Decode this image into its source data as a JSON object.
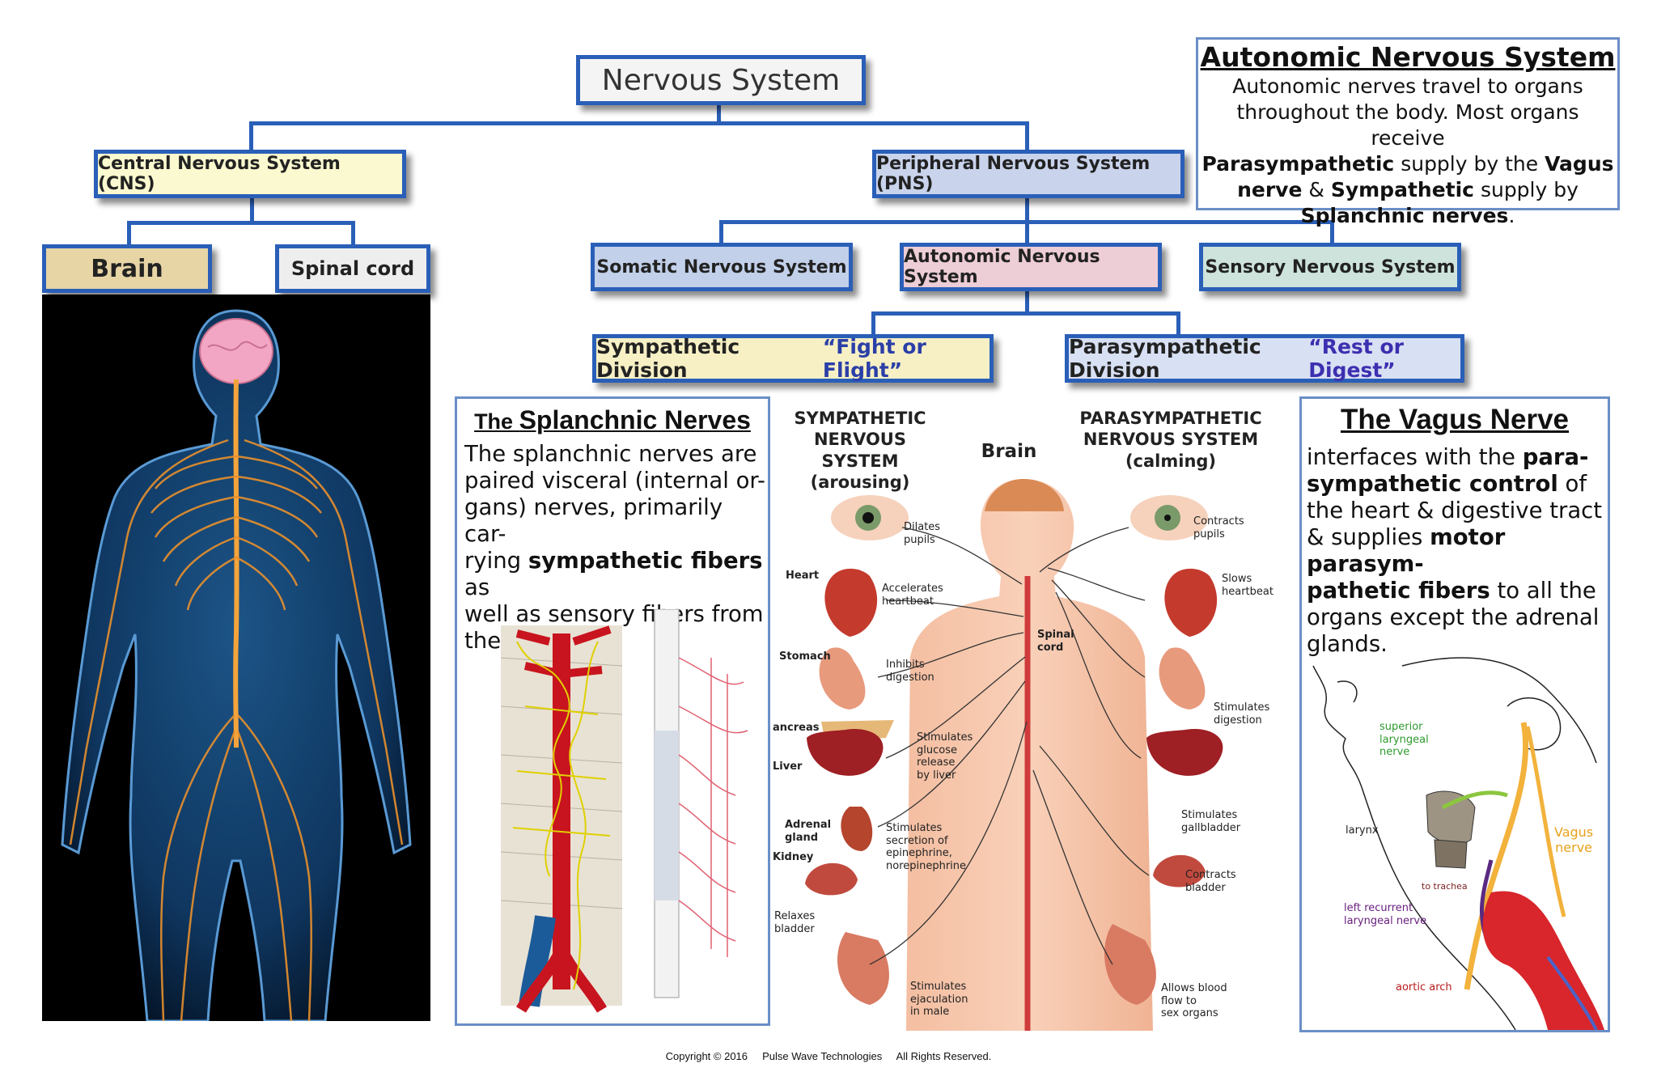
{
  "tree": {
    "root": "Nervous System",
    "cns": "Central Nervous System (CNS)",
    "pns": "Peripheral Nervous System (PNS)",
    "brain": "Brain",
    "spinal_cord": "Spinal cord",
    "somatic": "Somatic Nervous System",
    "autonomic": "Autonomic Nervous System",
    "sensory": "Sensory Nervous System",
    "sympathetic_label": "Sympathetic Division",
    "sympathetic_tag": "“Fight or Flight”",
    "parasympathetic_label": "Parasympathetic Division",
    "parasympathetic_tag": "“Rest or Digest”"
  },
  "ans_box": {
    "title": "Autonomic Nervous System",
    "line1": "Autonomic nerves travel to organs",
    "line2": "throughout the body. Most organs receive",
    "b1": "Parasympathetic",
    "t1": " supply by the ",
    "b2": "Vagus",
    "b3": "nerve",
    "t2": " & ",
    "b4": "Sympathetic",
    "t3": " supply by",
    "b5": "Splanchnic nerves",
    "t4": "."
  },
  "splanchnic": {
    "title_the": "The ",
    "title_main": "Splanchnic Nerves",
    "l1": "The splanchnic nerves are",
    "l2": "paired visceral (internal or-",
    "l3": "gans) nerves, primarily car-",
    "l4a": "rying ",
    "l4b": "sympathetic fibers",
    "l4c": " as",
    "l5": "well as sensory fibers from",
    "l6": "the organs."
  },
  "vagus": {
    "title": "The Vagus Nerve",
    "l1a": "interfaces with the ",
    "l1b": "para-",
    "l2a": "sympathetic control",
    "l2b": " of",
    "l3": "the heart & digestive tract",
    "l4a": "& supplies ",
    "l4b": "motor parasym-",
    "l5a": "pathetic fibers",
    "l5b": " to all the",
    "l6": "organs except the adrenal",
    "l7": "glands.",
    "labels": {
      "superior": "superior\nlaryngeal\nnerve",
      "larynx": "larynx",
      "vagus": "Vagus\nnerve",
      "trachea": "to trachea",
      "recurrent": "left recurrent\nlaryngeal nerve",
      "aortic": "aortic arch"
    }
  },
  "ans_diagram": {
    "symp_header": "SYMPATHETIC\nNERVOUS SYSTEM\n(arousing)",
    "para_header": "PARASYMPATHETIC\nNERVOUS SYSTEM\n(calming)",
    "brain": "Brain",
    "spinal": "Spinal\ncord",
    "organs_left": [
      "Heart",
      "Stomach",
      "ancreas",
      "Liver",
      "Adrenal\ngland",
      "Kidney",
      "Relaxes\nbladder"
    ],
    "symp_effects": [
      "Dilates\npupils",
      "Accelerates\nheartbeat",
      "Inhibits\ndigestion",
      "Stimulates\nglucose\nrelease\nby liver",
      "Stimulates\nsecretion of\nepinephrine,\nnorepinephrine",
      "Stimulates\nejaculation\nin male"
    ],
    "para_effects": [
      "Contracts\npupils",
      "Slows\nheartbeat",
      "Stimulates\ndigestion",
      "Stimulates\ngallbladder",
      "Contracts\nbladder",
      "Allows blood\nflow to\nsex organs"
    ]
  },
  "colors": {
    "box_border": "#2a5fb8",
    "cns": "#fbf9cf",
    "pns": "#c9d3ec",
    "brain": "#e7d5a6",
    "spinal": "#eeeeee",
    "somatic": "#c2d0ea",
    "autonomic": "#edcdd6",
    "sensory": "#cde3dc",
    "sympathetic": "#f7f0c5",
    "parasympathetic": "#d8e0f3"
  },
  "footer": "Copyright © 2016     Pulse Wave Technologies     All Rights Reserved."
}
